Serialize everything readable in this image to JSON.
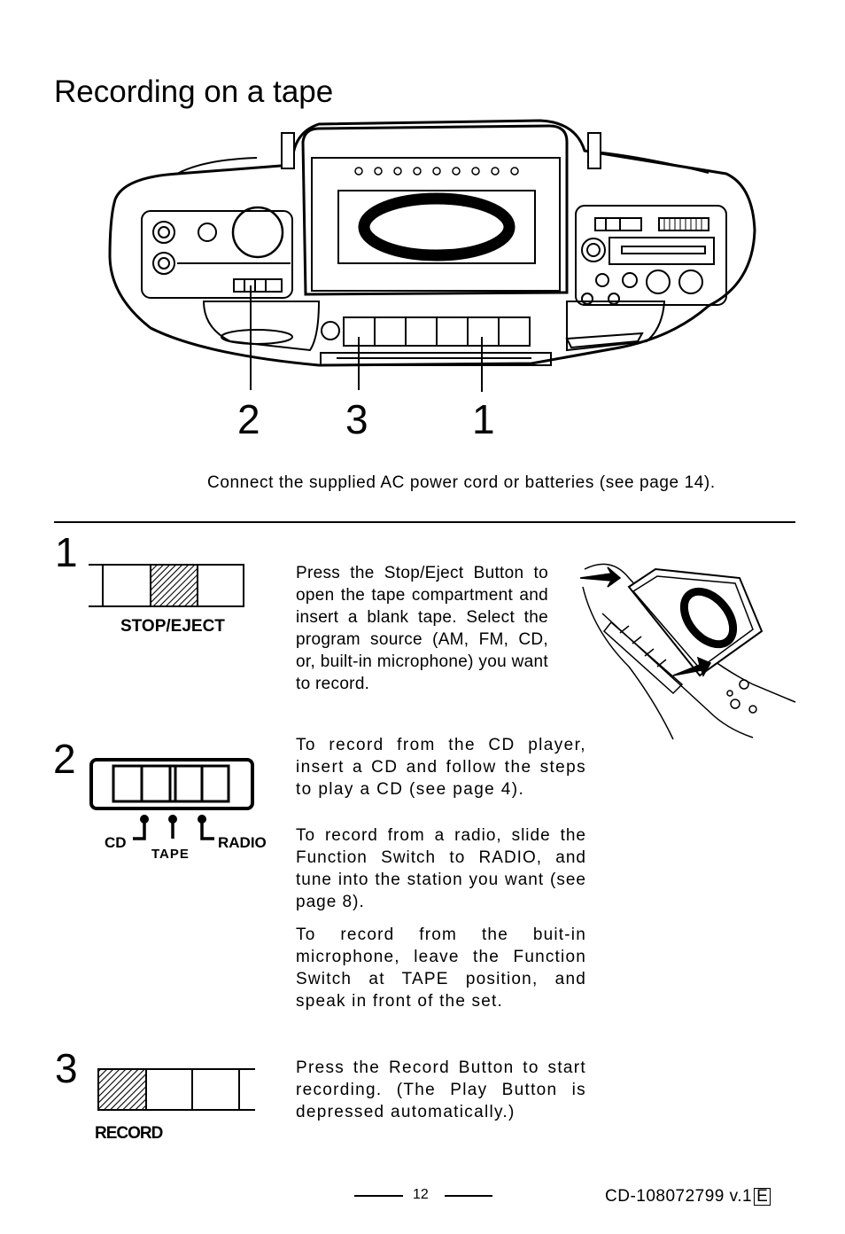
{
  "page": {
    "title": "Recording on a tape",
    "intro": "Connect the supplied AC power cord or batteries (see page 14).",
    "callouts": [
      "2",
      "3",
      "1"
    ]
  },
  "steps": [
    {
      "number": "1",
      "label": "STOP/EJECT",
      "paragraphs": [
        "Press the Stop/Eject Button to open the tape compartment and insert a blank tape. Select the program source (AM, FM, CD, or, built-in microphone) you want to record."
      ]
    },
    {
      "number": "2",
      "switch_labels": {
        "left": "CD",
        "center": "TAPE",
        "right": "RADIO"
      },
      "paragraphs": [
        "To record from the CD player, insert a CD and follow the steps to play a CD (see page 4).",
        "To record from a radio, slide the Function Switch to RADIO, and tune into the station you want (see page 8).",
        "To record from the buit-in microphone, leave the Function Switch at TAPE position, and speak in front of the set."
      ]
    },
    {
      "number": "3",
      "label": "RECORD",
      "paragraphs": [
        "Press the Record Button to start recording. (The Play Button is depressed automatically.)"
      ]
    }
  ],
  "footer": {
    "page_number": "12",
    "model": "CD-108072799 v.1",
    "language": "E"
  },
  "icons": [
    "boombox-illustration",
    "cassette-insert-illustration",
    "hatched-button-icon",
    "function-switch-icon"
  ]
}
